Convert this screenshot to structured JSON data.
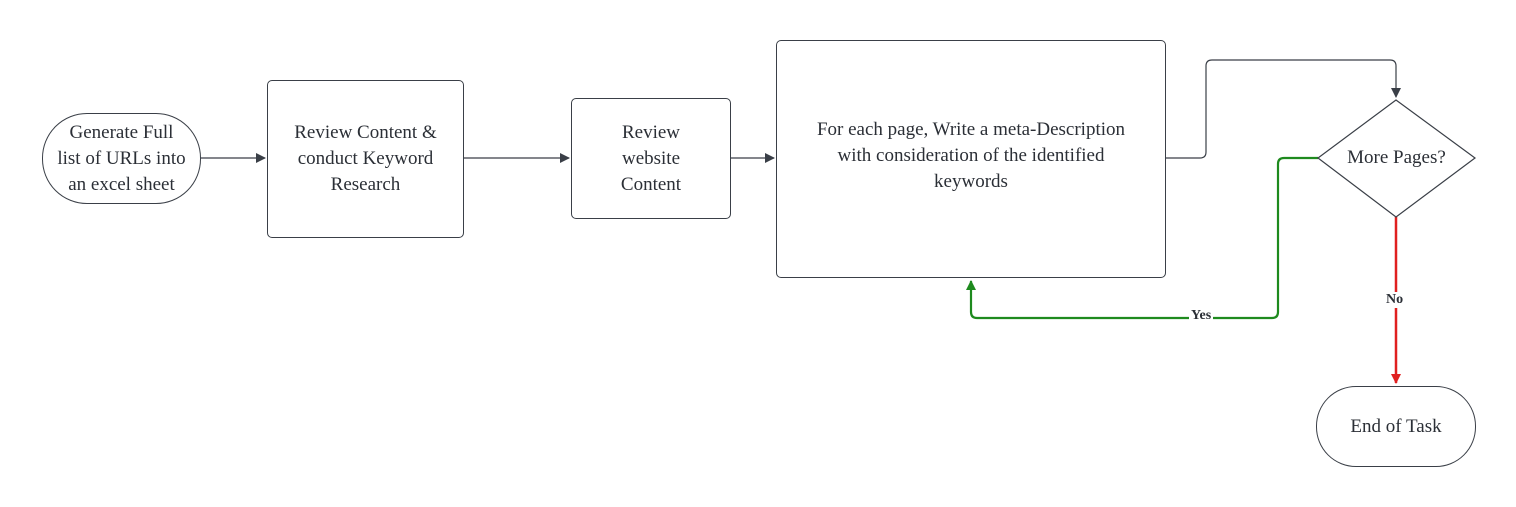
{
  "diagram": {
    "nodes": {
      "start": {
        "label": "Generate Full\nlist of URLs into\nan excel sheet"
      },
      "review_keyword": {
        "label": "Review Content &\nconduct Keyword\nResearch"
      },
      "review_website": {
        "label": "Review\nwebsite\nContent"
      },
      "write_meta": {
        "label": "For each page, Write a meta-Description\nwith consideration of the identified\nkeywords"
      },
      "decision": {
        "label": "More Pages?"
      },
      "end": {
        "label": "End of Task"
      }
    },
    "edges": {
      "yes_label": "Yes",
      "no_label": "No"
    },
    "colors": {
      "line": "#3a3f47",
      "yes": "#1e8a1e",
      "no": "#e02020"
    }
  }
}
